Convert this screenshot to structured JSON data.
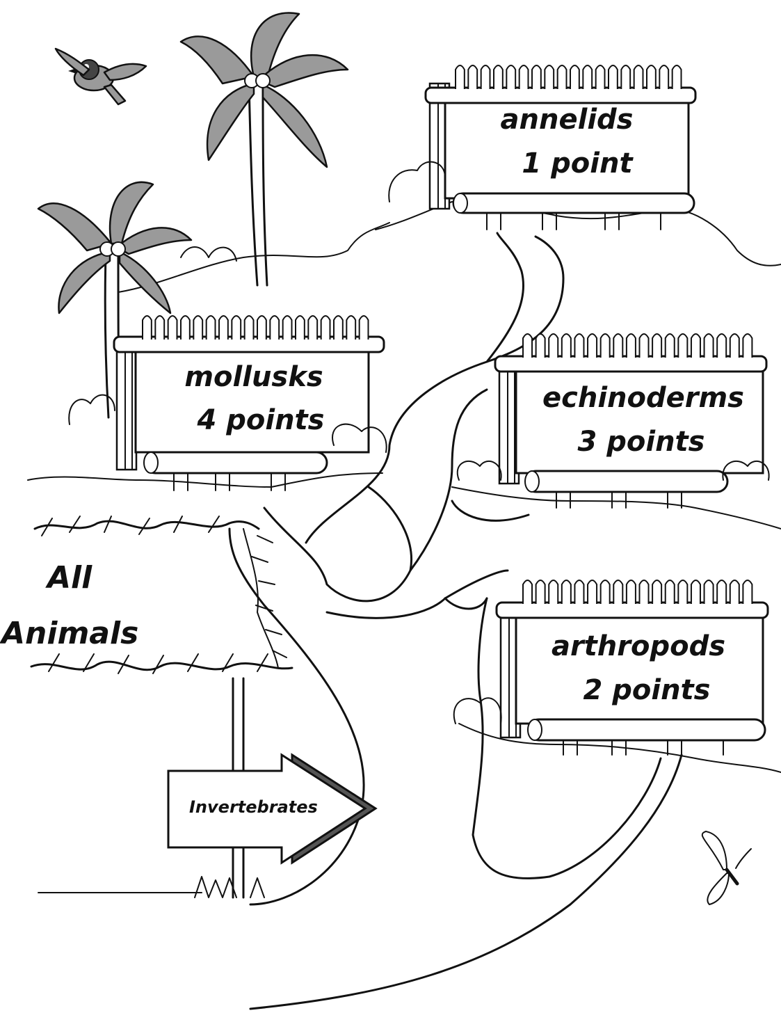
{
  "signs": {
    "annelids": {
      "name": "annelids",
      "points": "1 point"
    },
    "mollusks": {
      "name": "mollusks",
      "points": "4 points"
    },
    "echinoderms": {
      "name": "echinoderms",
      "points": "3 points"
    },
    "arthropods": {
      "name": "arthropods",
      "points": "2 points"
    }
  },
  "start": {
    "line1": "All",
    "line2": "Animals"
  },
  "arrow": {
    "label": "Invertebrates"
  },
  "colors": {
    "ink": "#111111",
    "foliage": "#9a9a9a",
    "background": "#ffffff"
  }
}
